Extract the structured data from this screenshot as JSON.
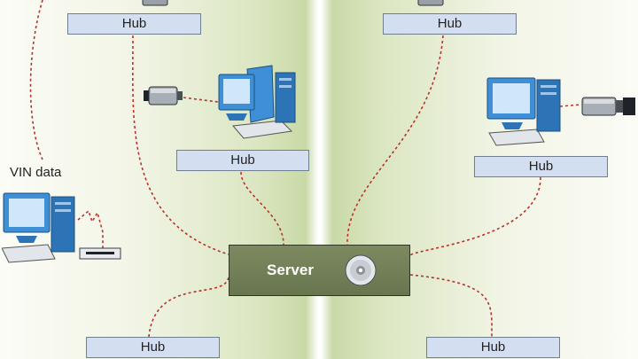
{
  "diagram": {
    "hubs": [
      "Hub",
      "Hub",
      "Hub",
      "Hub",
      "Hub",
      "Hub"
    ],
    "server_label": "Server",
    "vin_label": "VIN data"
  },
  "colors": {
    "wire": "#b8322a",
    "hub_fill": "#d3dff0",
    "server_fill": "#6f7d55",
    "monitor_blue": "#3f8fd6"
  },
  "icons": [
    "computer-icon",
    "camera-icon",
    "disc-icon",
    "card-reader-icon"
  ]
}
